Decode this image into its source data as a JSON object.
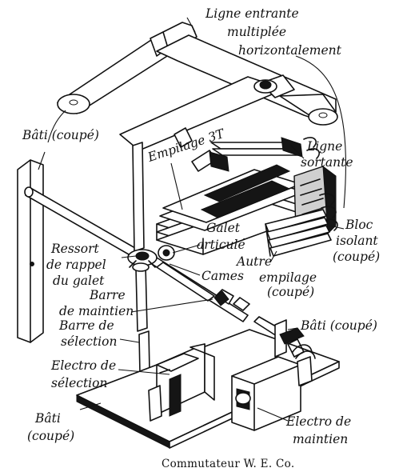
{
  "labels": {
    "ligne_entrante_1": "Ligne entrante",
    "ligne_entrante_2": "multiplée",
    "ligne_entrante_3": "horizontalement",
    "bati_top": "Bâti (coupé)",
    "empilage_3t": "Empilage 3T",
    "ligne_sortante_1": "Ligne",
    "ligne_sortante_2": "sortante",
    "galet_1": "Galet",
    "galet_2": "articulé",
    "ressort_1": "Ressort",
    "ressort_2": "de rappel",
    "ressort_3": "du galet",
    "bloc_1": "Bloc",
    "bloc_2": "isolant",
    "bloc_3": "(coupé)",
    "autre_1": "Autre",
    "autre_2": "empilage",
    "autre_3": "(coupé)",
    "cames": "Cames",
    "barre_maintien_1": "Barre",
    "barre_maintien_2": "de maintien",
    "barre_selection_1": "Barre de",
    "barre_selection_2": "sélection",
    "bati_right": "Bâti (coupé)",
    "electro_selection_1": "Electro de",
    "electro_selection_2": "sélection",
    "bati_bottom_1": "Bâti",
    "bati_bottom_2": "(coupé)",
    "electro_maintien_1": "Electro de",
    "electro_maintien_2": "maintien"
  },
  "caption": "Commutateur W. E. Co."
}
